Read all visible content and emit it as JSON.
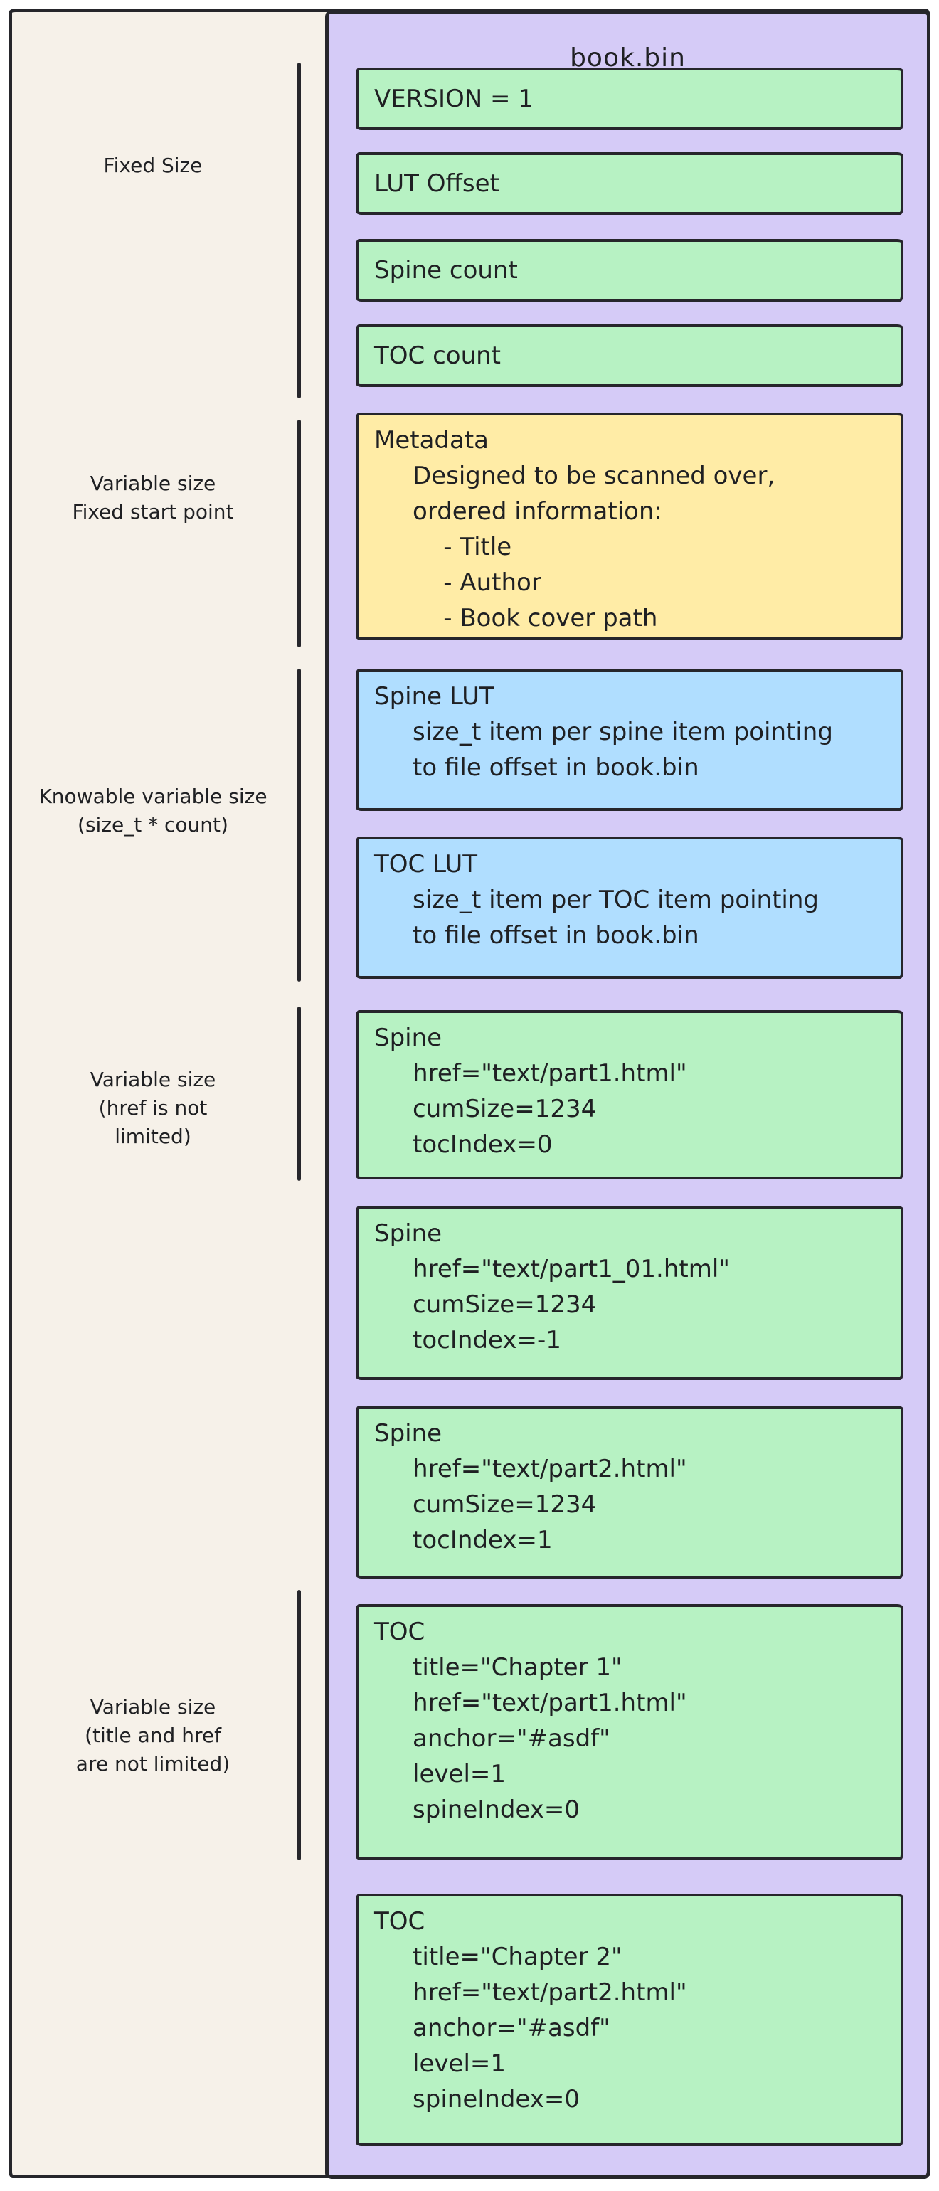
{
  "file": {
    "title": "book.bin",
    "boxes": [
      {
        "name": "VERSION field",
        "color": "green",
        "lines": [
          "VERSION = 1"
        ]
      },
      {
        "name": "LUT Offset field",
        "color": "green",
        "lines": [
          "LUT Offset"
        ]
      },
      {
        "name": "Spine count field",
        "color": "green",
        "lines": [
          "Spine count"
        ]
      },
      {
        "name": "TOC count field",
        "color": "green",
        "lines": [
          "TOC count"
        ]
      },
      {
        "name": "Metadata block",
        "color": "yellow",
        "lines": [
          "Metadata",
          "     Designed to be scanned over,",
          "     ordered information:",
          "         - Title",
          "         - Author",
          "         - Book cover path"
        ]
      },
      {
        "name": "Spine LUT block",
        "color": "blue",
        "lines": [
          "Spine LUT",
          "     size_t item per spine item pointing",
          "     to file offset in book.bin"
        ]
      },
      {
        "name": "TOC LUT block",
        "color": "blue",
        "lines": [
          "TOC LUT",
          "     size_t item per TOC item pointing",
          "     to file offset in book.bin"
        ]
      },
      {
        "name": "Spine item 1",
        "color": "green",
        "lines": [
          "Spine",
          "     href=\"text/part1.html\"",
          "     cumSize=1234",
          "     tocIndex=0"
        ]
      },
      {
        "name": "Spine item 2",
        "color": "green",
        "lines": [
          "Spine",
          "     href=\"text/part1_01.html\"",
          "     cumSize=1234",
          "     tocIndex=-1"
        ]
      },
      {
        "name": "Spine item 3",
        "color": "green",
        "lines": [
          "Spine",
          "     href=\"text/part2.html\"",
          "     cumSize=1234",
          "     tocIndex=1"
        ]
      },
      {
        "name": "TOC item 1",
        "color": "green",
        "lines": [
          "TOC",
          "     title=\"Chapter 1\"",
          "     href=\"text/part1.html\"",
          "     anchor=\"#asdf\"",
          "     level=1",
          "     spineIndex=0"
        ]
      },
      {
        "name": "TOC item 2",
        "color": "green",
        "lines": [
          "TOC",
          "     title=\"Chapter 2\"",
          "     href=\"text/part2.html\"",
          "     anchor=\"#asdf\"",
          "     level=1",
          "     spineIndex=0"
        ]
      }
    ]
  },
  "side_labels": [
    {
      "line1": "Fixed Size"
    },
    {
      "line1": "Variable size",
      "line2": "Fixed start point"
    },
    {
      "line1": "Knowable variable size",
      "line2": "(size_t * count)"
    },
    {
      "line1": "Variable size",
      "line2": "(href is not",
      "line3": "limited)"
    },
    {
      "line1": "Variable size",
      "line2": "(title and href",
      "line3": "are not limited)"
    }
  ]
}
